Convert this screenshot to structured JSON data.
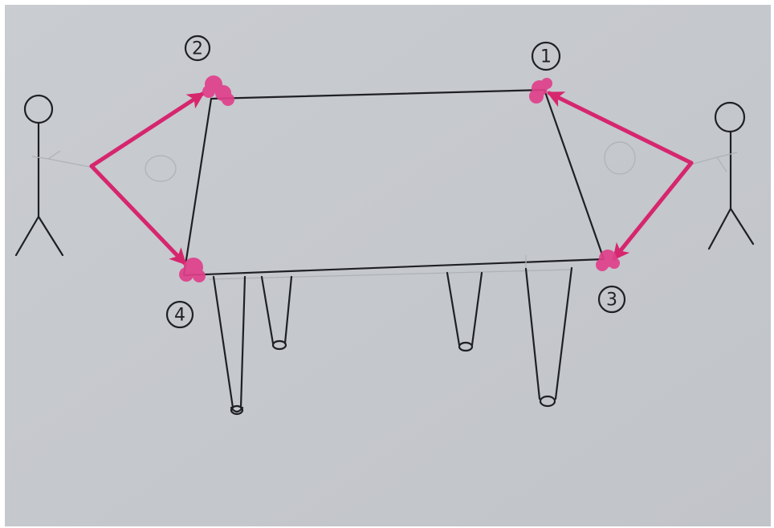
{
  "diagram": {
    "corners": [
      {
        "id": "corner-1",
        "label": "1"
      },
      {
        "id": "corner-2",
        "label": "2"
      },
      {
        "id": "corner-3",
        "label": "3"
      },
      {
        "id": "corner-4",
        "label": "4"
      }
    ]
  },
  "colors": {
    "paper": "#c6c9ce",
    "paper_edge": "#ffffff",
    "pencil": "#1f2024",
    "marker": "#d6266e",
    "marker_blot": "#e0408a"
  }
}
